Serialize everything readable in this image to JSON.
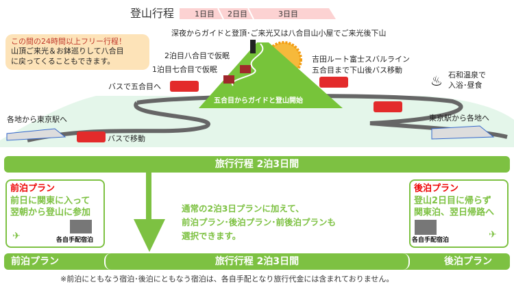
{
  "header": {
    "title": "登山行程",
    "days": [
      "1日目",
      "2日目",
      "3日目"
    ]
  },
  "bubble": {
    "highlight": "この間の24時間以上フリー行程！",
    "line1": "山頂ご来光＆お鉢巡りして八合目",
    "line2": "に戻ってくることもできます。"
  },
  "labels": {
    "summit": "深夜からガイドと登頂･ご来光又は八合目山小屋でご来光後下山",
    "night2": "2泊目八合目で仮眠",
    "night1": "1泊目七合目で仮眠",
    "bus_to_5th": "バスで五合目へ",
    "yoshida1": "吉田ルート富士スバルライン",
    "yoshida2": "五合目まで下山後バス移動",
    "onsen1": "石和温泉で",
    "onsen2": "入浴･昼食",
    "start": "五合目からガイドと登山開始",
    "from_tokyo": "各地から東京駅へ",
    "to_home": "東京駅から各地へ",
    "bus_move": "バスで移動"
  },
  "main_band": "旅行行程 2泊3日間",
  "pre_plan": {
    "title": "前泊プラン",
    "line1": "前日に関東に入って",
    "line2": "翌朝から登山に参加",
    "hotel": "各自手配宿泊"
  },
  "post_plan": {
    "title": "後泊プラン",
    "line1": "登山2日目に帰らず",
    "line2": "関東泊、翌日帰路へ",
    "hotel": "各自手配宿泊"
  },
  "middle_text": [
    "通常の2泊3日プランに加えて、",
    "前泊プラン･後泊プラン･前後泊プランも",
    "選択できます。"
  ],
  "bottom": {
    "left": "前泊プラン",
    "center": "旅行行程 2泊3日間",
    "right": "後泊プラン"
  },
  "footnote": "※前泊にともなう宿泊･後泊にともなう宿泊は、各自手配となり旅行代金には含まれておりません。",
  "colors": {
    "green": "#7dc142",
    "pink": "#f9d0d0",
    "red": "#e00000"
  }
}
